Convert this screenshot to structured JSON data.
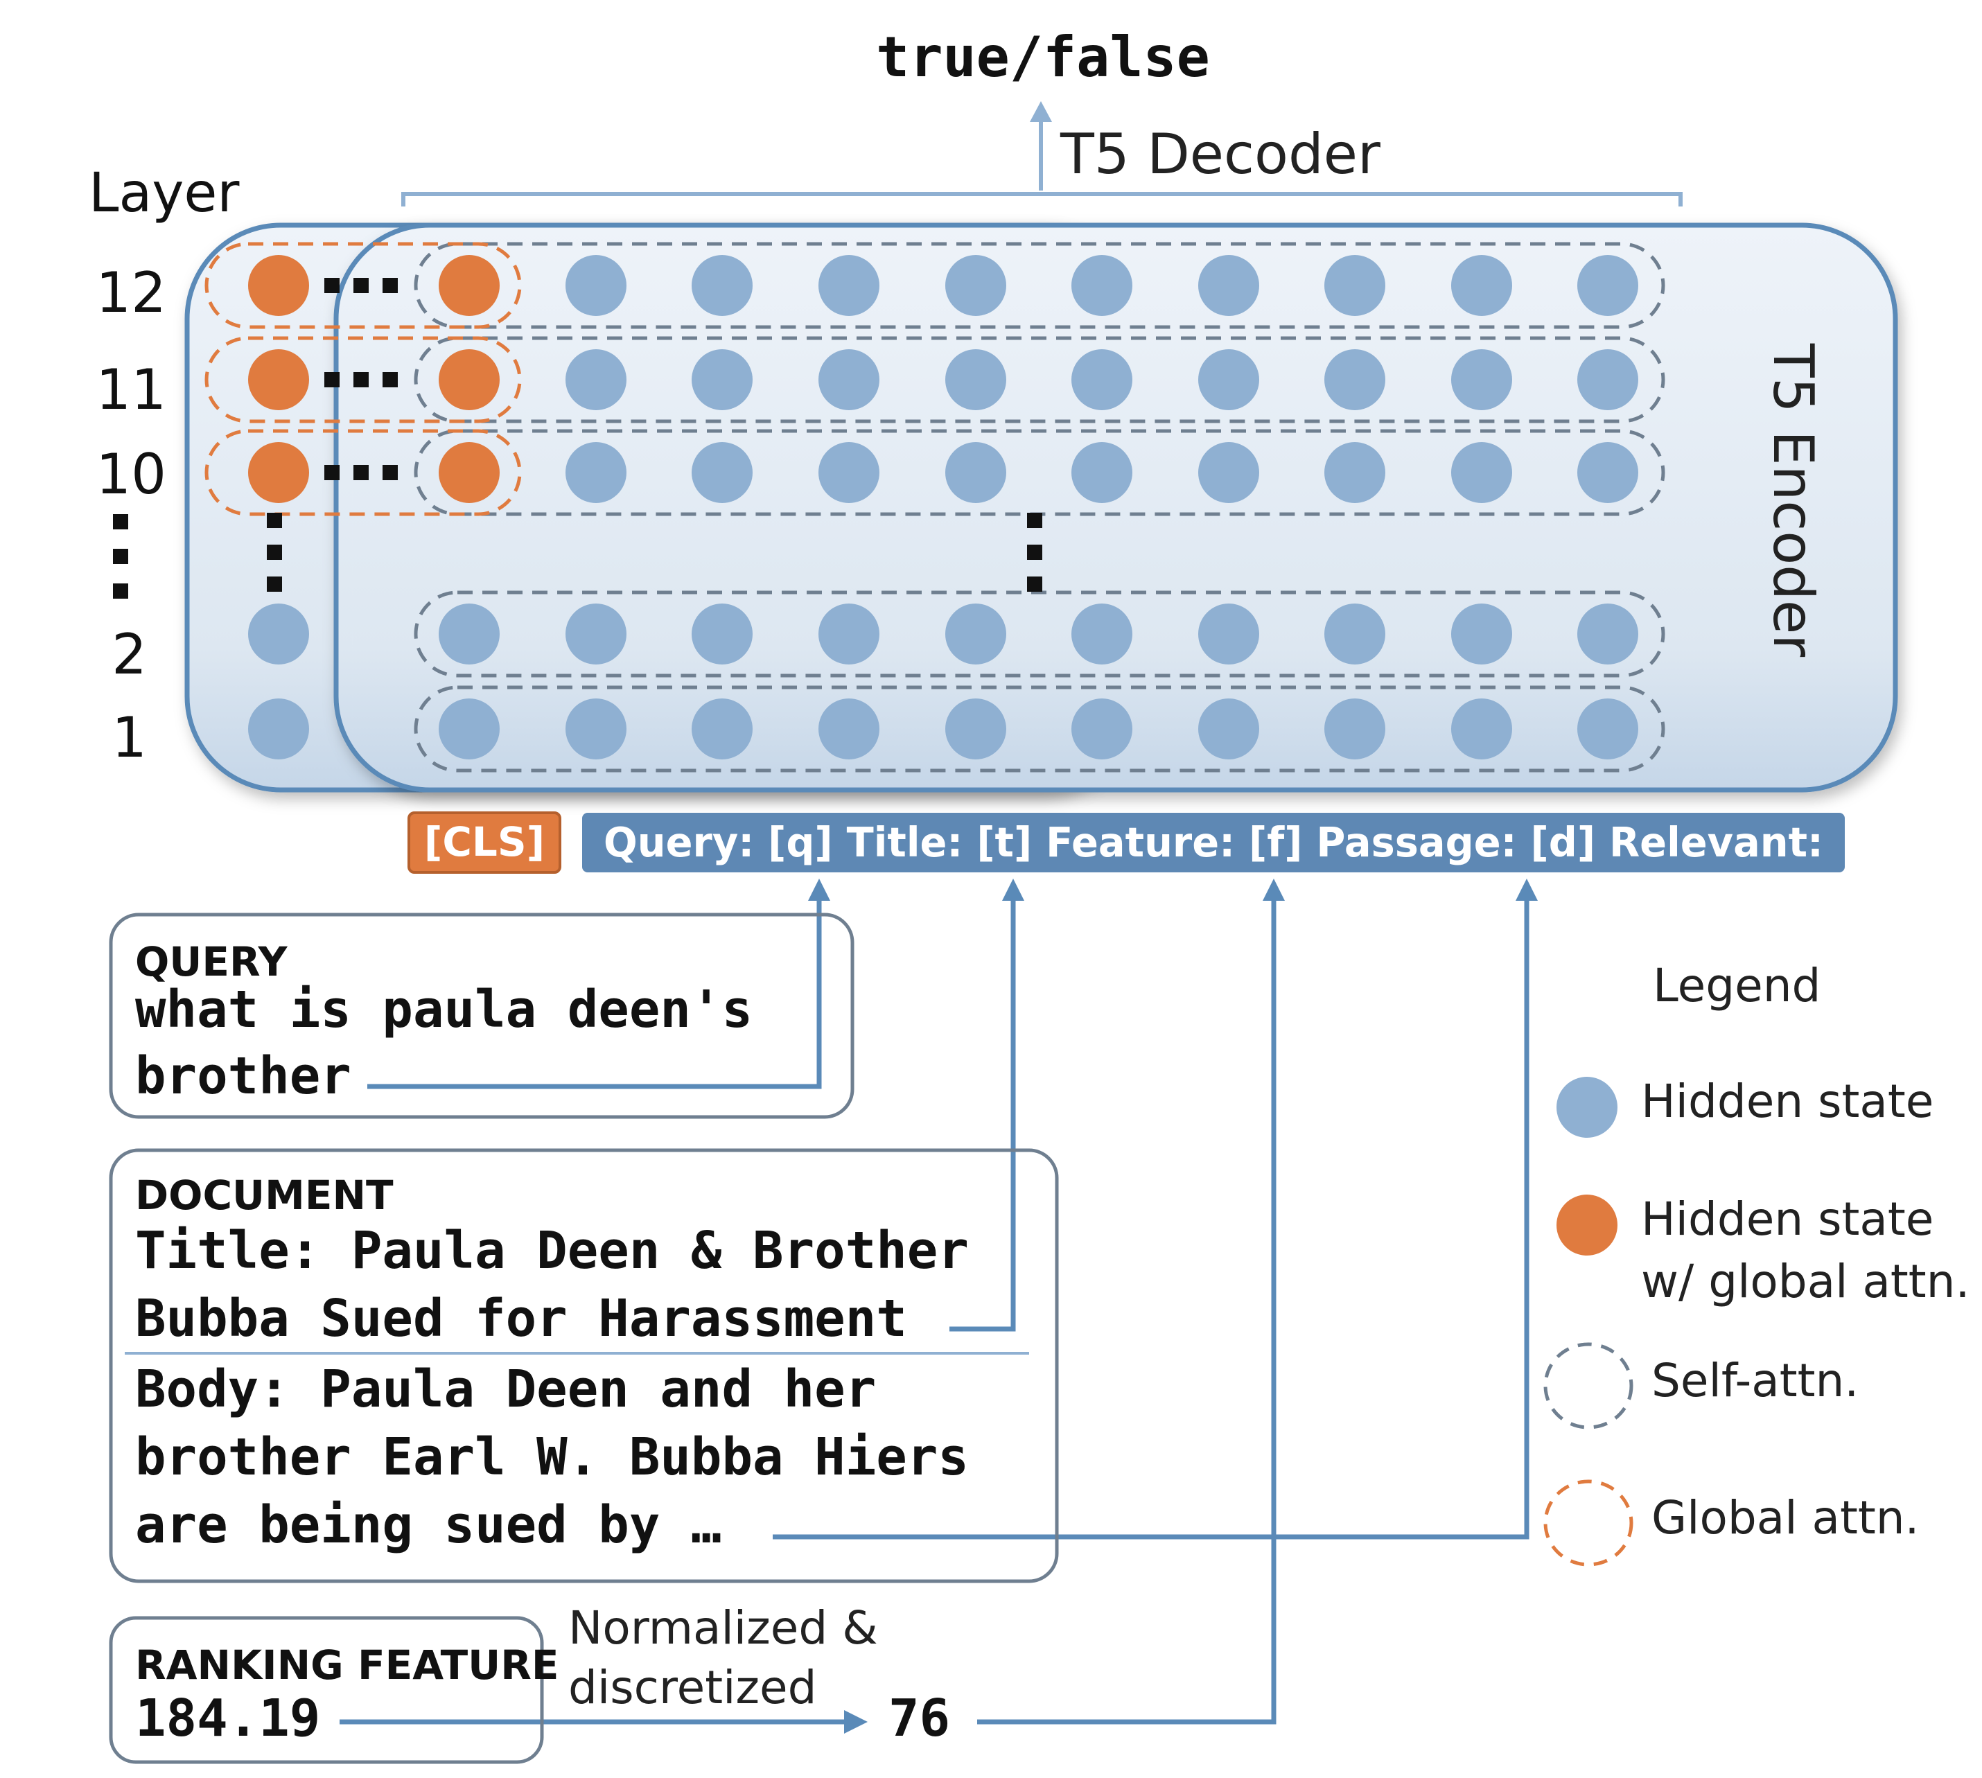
{
  "output_label": "true/false",
  "decoder_label": "T5 Decoder",
  "encoder_label": "T5 Encoder",
  "layer_axis": {
    "title": "Layer",
    "labels": [
      "12",
      "11",
      "10",
      "2",
      "1"
    ]
  },
  "input_tokens": {
    "cls": "[CLS]",
    "sequence": "Query: [q] Title: [t] Feature: [f] Passage: [d] Relevant:"
  },
  "query_box": {
    "heading": "QUERY",
    "lines": [
      "what is paula deen's",
      "brother"
    ]
  },
  "document_box": {
    "heading": "DOCUMENT",
    "title_lines": [
      "Title: Paula Deen & Brother",
      "Bubba Sued for Harassment"
    ],
    "body_lines": [
      "Body: Paula Deen and her",
      "brother Earl W. Bubba Hiers",
      "are being sued by …"
    ]
  },
  "feature_box": {
    "heading": "RANKING FEATURE",
    "value": "184.19"
  },
  "transform": {
    "label_lines": [
      "Normalized &",
      "discretized"
    ],
    "result": "76"
  },
  "legend": {
    "title": "Legend",
    "items": [
      {
        "label_lines": [
          "Hidden state"
        ],
        "icon": "blue-filled-circle"
      },
      {
        "label_lines": [
          "Hidden state",
          "w/ global attn."
        ],
        "icon": "orange-filled-circle"
      },
      {
        "label_lines": [
          "Self-attn."
        ],
        "icon": "gray-dashed-circle"
      },
      {
        "label_lines": [
          "Global attn."
        ],
        "icon": "orange-dashed-circle"
      }
    ]
  },
  "colors": {
    "hidden_state": "#8FB0D2",
    "global_state": "#E07B3F",
    "line_blue": "#5A8AB8",
    "dashed_gray": "#6F7F90",
    "encoder_fill": "#DCE7F2",
    "token_bar": "#5E88B4",
    "cls_fill": "#E07B3F"
  }
}
